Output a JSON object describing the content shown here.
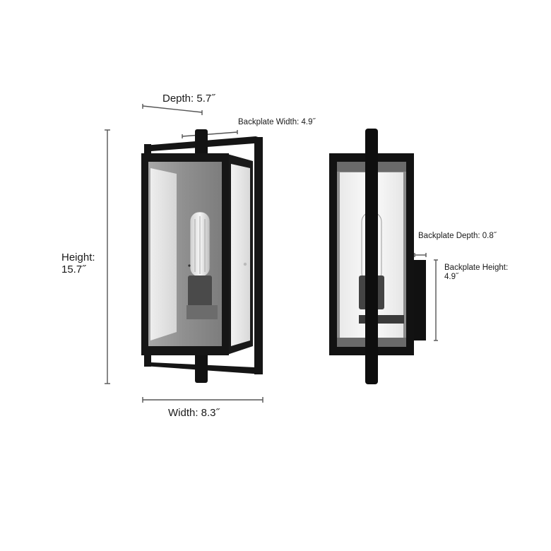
{
  "diagram": {
    "subject": "Wall lantern dimension diagram",
    "views": [
      "front-angled-view",
      "side-profile-view"
    ],
    "dimensions": {
      "depth": {
        "label": "Depth: 5.7˝"
      },
      "backplate_width": {
        "label": "Backplate Width: 4.9˝"
      },
      "height": {
        "label_line1": "Height:",
        "label_line2": "15.7˝"
      },
      "width": {
        "label": "Width: 8.3˝"
      },
      "backplate_depth": {
        "label": "Backplate Depth: 0.8˝"
      },
      "backplate_height": {
        "label_line1": "Backplate Height:",
        "label_line2": "4.9˝"
      }
    },
    "colors": {
      "frame": "#111111",
      "glass": "#e4e4e4",
      "interior": "#9a9a9a",
      "dimension_line": "#555555",
      "background": "#ffffff"
    }
  }
}
